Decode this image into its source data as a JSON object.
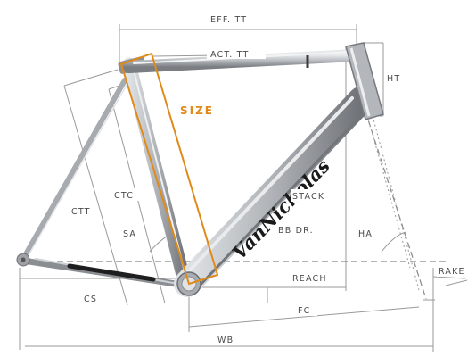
{
  "diagram": {
    "brand_logo_text": "VanNicholas",
    "labels": {
      "eff_tt": "EFF. TT",
      "act_tt": "ACT. TT",
      "ht": "HT",
      "size": "SIZE",
      "ctt": "CTT",
      "ctc": "CTC",
      "sa": "SA",
      "stack": "STACK",
      "bb_dr": "BB DR.",
      "ha": "HA",
      "reach": "REACH",
      "rake": "RAKE",
      "cs": "CS",
      "fc": "FC",
      "wb": "WB"
    },
    "colors": {
      "frame_tube": "#b9bdc1",
      "frame_shadow": "#7c8085",
      "dimension_line": "#9a9a9a",
      "label_text": "#4a4a4a",
      "size_highlight": "#e08a1a"
    }
  }
}
